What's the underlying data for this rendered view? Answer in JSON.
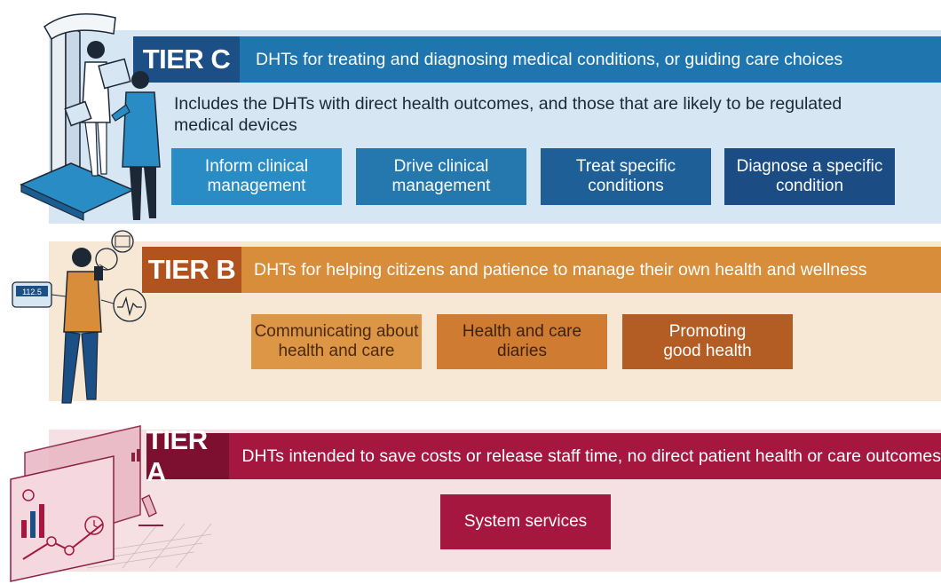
{
  "tiers": {
    "c": {
      "label": "TIER C",
      "description": "DHTs for treating and diagnosing medical conditions, or guiding care choices",
      "includes": "Includes the DHTs with direct health outcomes, and those that are likely to be regulated medical devices",
      "boxes": [
        {
          "line1": "Inform clinical",
          "line2": "management"
        },
        {
          "line1": "Drive clinical",
          "line2": "management"
        },
        {
          "line1": "Treat specific",
          "line2": "conditions"
        },
        {
          "line1": "Diagnose a specific",
          "line2": "condition"
        }
      ]
    },
    "b": {
      "label": "TIER B",
      "description": "DHTs for helping citizens and patience to manage their own health and wellness",
      "boxes": [
        {
          "line1": "Communicating about",
          "line2": "health and care"
        },
        {
          "line1": "Health and care",
          "line2": "diaries"
        },
        {
          "line1": "Promoting",
          "line2": "good health"
        }
      ]
    },
    "a": {
      "label": "TIER A",
      "description": "DHTs intended to save costs or release staff time, no direct patient health or care outcomes",
      "boxes": [
        {
          "line1": "System services"
        }
      ]
    }
  },
  "illustration_text": {
    "phone_reading": "112.5"
  },
  "colors": {
    "tier_c_header": "#1f75ad",
    "tier_c_label_bg": "#1c4f86",
    "tier_c_band": "#d6e6f2",
    "tier_c_box1": "#2a8cc4",
    "tier_c_box2": "#2478ae",
    "tier_c_box3": "#1f5f97",
    "tier_c_box4": "#1b4d84",
    "tier_b_header": "#d78d39",
    "tier_b_label_bg": "#b0531e",
    "tier_b_band": "#f7e8d6",
    "tier_b_box1": "#dd9645",
    "tier_b_box2": "#cf7c32",
    "tier_b_box3": "#b35d25",
    "tier_a_header": "#a5173f",
    "tier_a_label_bg": "#7d1030",
    "tier_a_band": "#f5e0e3",
    "tier_a_box1": "#a5173f"
  },
  "icons": [
    "doctor-patient-icon",
    "person-phone-icon",
    "dashboard-screens-icon"
  ]
}
